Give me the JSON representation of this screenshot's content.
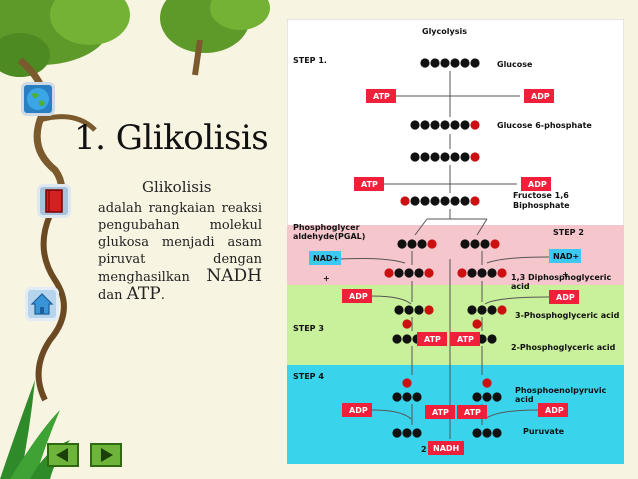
{
  "slide": {
    "title": "1. Glikolisis",
    "subtitle": "Glikolisis",
    "paragraph_main": "adalah rangkaian reaksi pengubahan molekul glukosa menjadi asam piruvat dengan menghasilkan",
    "paragraph_nadh": "NADH",
    "paragraph_dan": " dan ",
    "paragraph_atp": "ATP",
    "paragraph_end": "."
  },
  "nav": {
    "icons": [
      "globe-icon",
      "book-icon",
      "home-icon",
      "arrow-left-icon",
      "arrow-right-icon"
    ]
  },
  "diagram": {
    "title": "Glycolysis",
    "step1": "STEP 1.",
    "step2": "STEP 2",
    "step3": "STEP 3",
    "step4": "STEP 4",
    "glucose": "Glucose",
    "glucose6p": "Glucose 6-phosphate",
    "fructose_l1": "Fructose 1,6",
    "fructose_l2": "Biphosphate",
    "pgal_l1": "Phosphoglycer",
    "pgal_l2": "aldehyde(PGAL)",
    "dpg_l1": "1,3 Diphosphoglyceric",
    "dpg_l2": "acid",
    "pga3": "3-Phosphoglyceric acid",
    "pga2": "2-Phosphoglyceric acid",
    "pep_l1": "Phosphoenolpyruvic",
    "pep_l2": "acid",
    "pyruvate": "Puruvate",
    "atp": "ATP",
    "adp": "ADP",
    "nad": "NAD+",
    "plus": "+",
    "two": "2",
    "nadh": "NADH"
  },
  "colors": {
    "step2_band": "#f5c6cc",
    "step3_band": "#c9f09a",
    "step4_band": "#39d4ec",
    "box_red": "#f0203a",
    "box_blue": "#3cc8f0"
  }
}
